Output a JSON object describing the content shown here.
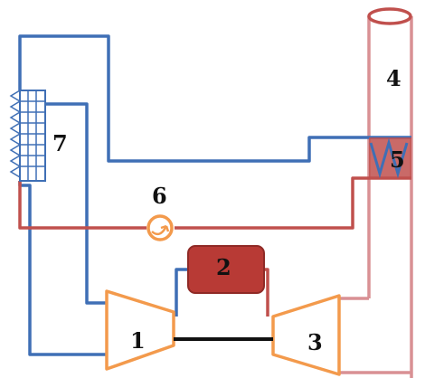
{
  "colors": {
    "cold": "#3f6fb5",
    "hot": "#c0504d",
    "exhaust": "#d99094",
    "turbo": "#f39a4c",
    "combustor": "#b83a35",
    "shaft": "#111111",
    "grid": "#3f6fb5"
  },
  "components": [
    {
      "id": "compressor",
      "label": "1"
    },
    {
      "id": "combustor",
      "label": "2"
    },
    {
      "id": "turbine",
      "label": "3"
    },
    {
      "id": "stack",
      "label": "4"
    },
    {
      "id": "recuperator",
      "label": "5"
    },
    {
      "id": "pump",
      "label": "6"
    },
    {
      "id": "heat-exchanger",
      "label": "7"
    }
  ]
}
